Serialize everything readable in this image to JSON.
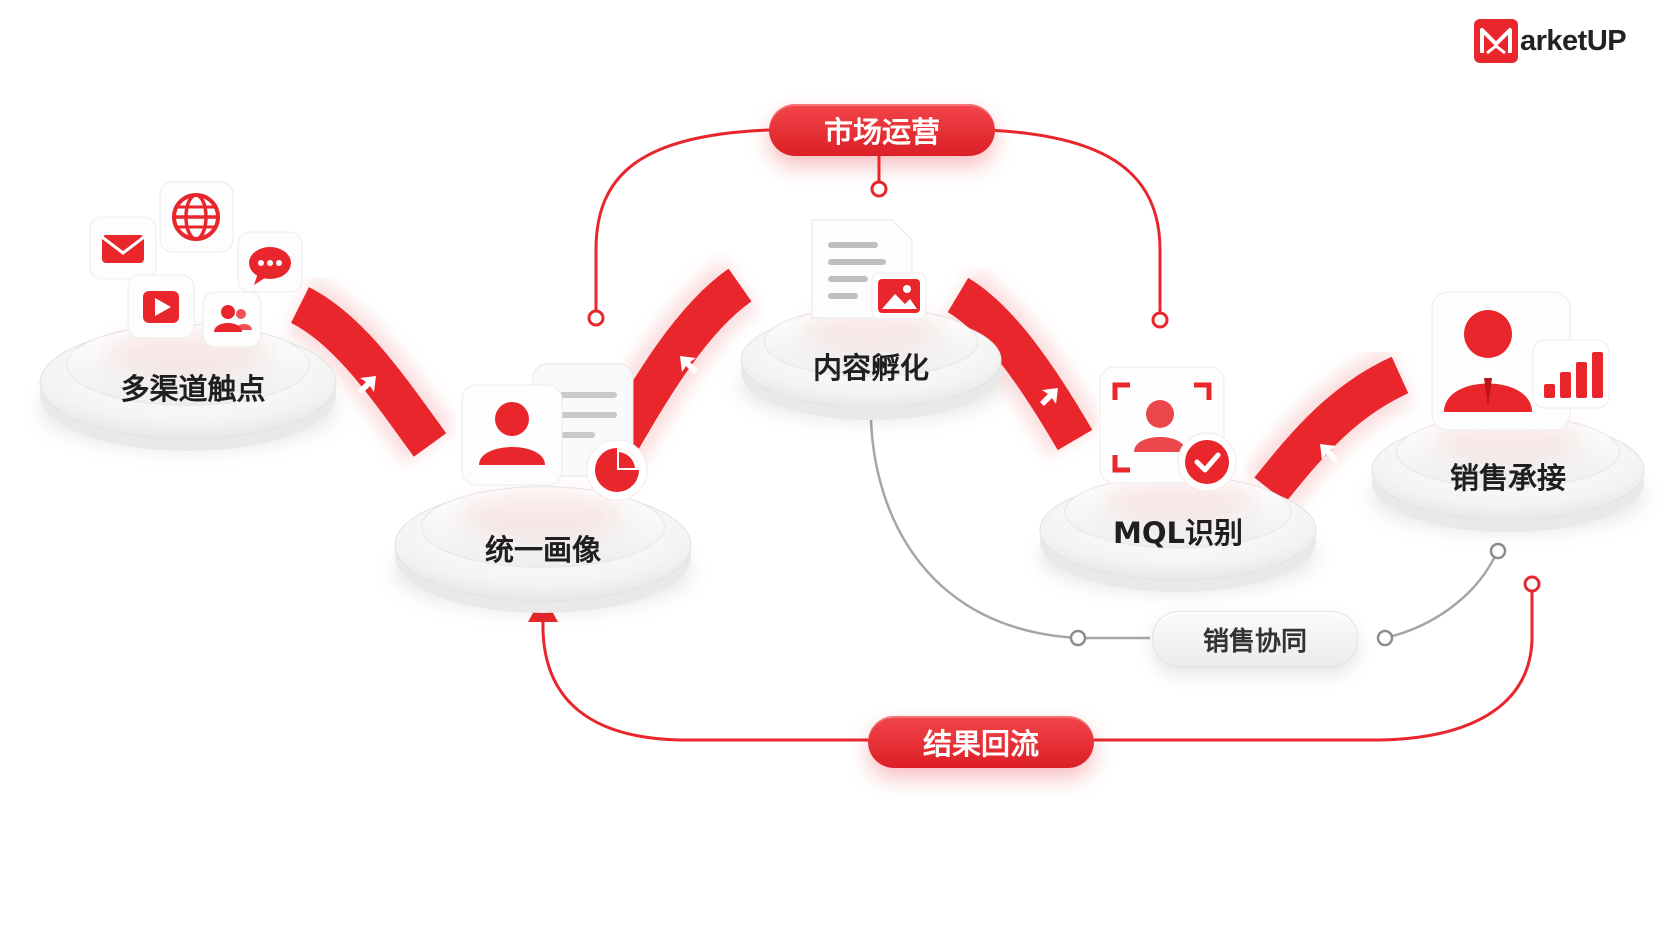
{
  "brand": {
    "logo_text": "arketUP",
    "accent": "#e8262c"
  },
  "stages": [
    {
      "label": "多渠道触点",
      "icons": [
        "mail-icon",
        "globe-icon",
        "chat-icon",
        "video-play-icon",
        "user-group-icon"
      ]
    },
    {
      "label": "统一画像",
      "icons": [
        "user-profile-icon",
        "document-icon",
        "pie-chart-icon"
      ]
    },
    {
      "label": "内容孵化",
      "icons": [
        "document-icon",
        "image-icon"
      ]
    },
    {
      "label": "MQL识别",
      "icons": [
        "face-scan-icon",
        "check-icon"
      ]
    },
    {
      "label": "销售承接",
      "icons": [
        "salesperson-icon",
        "bar-chart-icon"
      ]
    }
  ],
  "loops": {
    "top": "市场运营",
    "middle": "销售协同",
    "bottom": "结果回流"
  },
  "colors": {
    "red": "#e8262c",
    "grey_line": "#9a9a9a",
    "label": "#1f1f1f"
  }
}
